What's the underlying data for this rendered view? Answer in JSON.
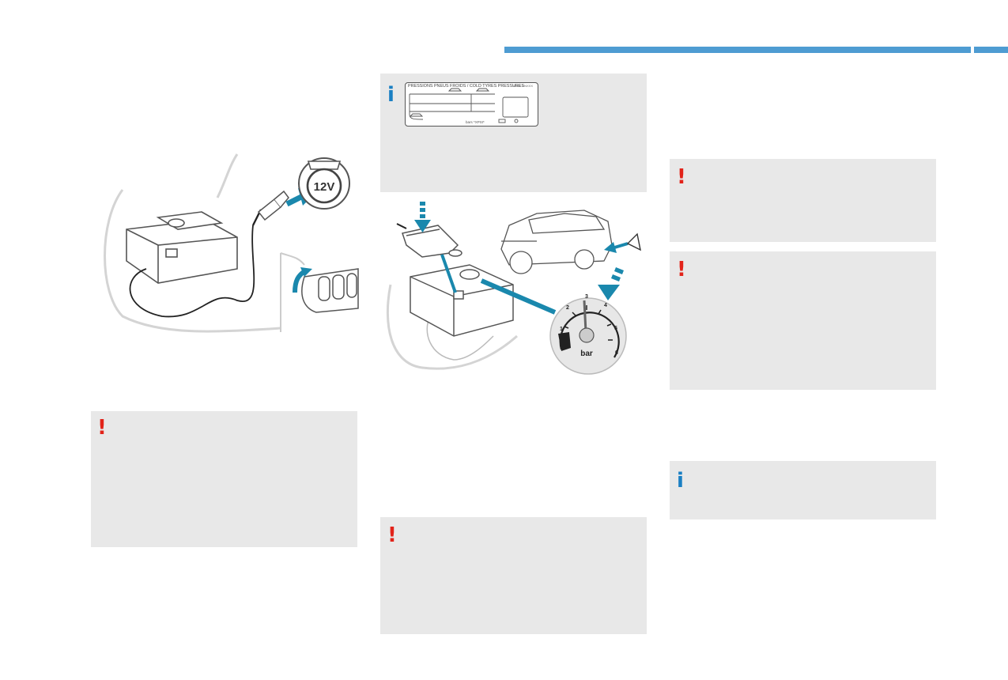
{
  "header": {
    "accent_color": "#4e9cd2"
  },
  "icons": {
    "warning": "!",
    "info": "i",
    "warning_color": "#e2231a",
    "info_color": "#1a7fc3"
  },
  "tyre_label": {
    "title": "PRESSIONS PNEUS FROIDS / COLD TYRES PRESSURES",
    "top_right_text": "RXXX DNXXX",
    "bottom_text": "bars   *XPSI*"
  },
  "compressor_illustration": {
    "socket_label": "12V"
  },
  "gauge_illustration": {
    "unit": "bar",
    "ticks": [
      "1",
      "2",
      "3",
      "4",
      "5",
      "6"
    ]
  }
}
